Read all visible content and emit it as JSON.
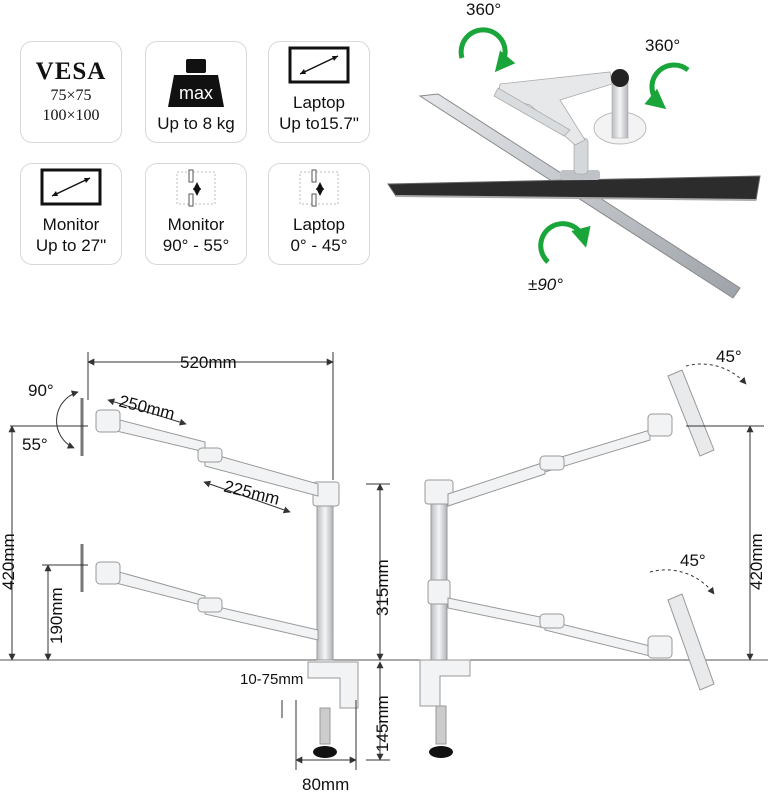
{
  "features": {
    "vesa": {
      "title": "VESA",
      "line1": "75×75",
      "line2": "100×100"
    },
    "weight": {
      "badge": "max",
      "line1": "Up to 8 kg"
    },
    "laptop_size": {
      "line1": "Laptop",
      "line2": "Up to15.7\""
    },
    "monitor_size": {
      "line1": "Monitor",
      "line2": "Up to 27\""
    },
    "monitor_tilt": {
      "line1": "Monitor",
      "line2": "90° - 55°"
    },
    "laptop_tilt": {
      "line1": "Laptop",
      "line2": "0° - 45°"
    }
  },
  "rotation_labels": {
    "top": "360°",
    "right": "360°",
    "bottom": "±90°"
  },
  "left_view": {
    "width": "520mm",
    "upper_arm": "250mm",
    "lower_arm": "225mm",
    "tilt_up": "90°",
    "tilt_down": "55°",
    "height": "420mm",
    "lower_height": "190mm",
    "clamp_range": "10-75mm",
    "base_width": "80mm"
  },
  "center_dims": {
    "pole": "315mm",
    "clamp": "145mm"
  },
  "right_view": {
    "tilt_top": "45°",
    "tilt_bottom": "45°",
    "height": "420mm"
  },
  "colors": {
    "arrow_green": "#1aa53a",
    "monitor_dark": "#2c2c2c",
    "metal": "#c9ccd0",
    "line": "#333333"
  }
}
